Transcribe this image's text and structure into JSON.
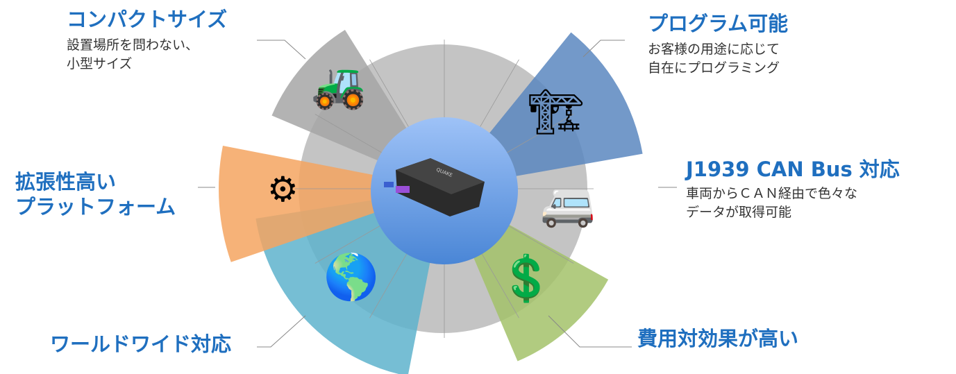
{
  "center": {
    "device_label": "QUAKE"
  },
  "features": [
    {
      "title": "コンパクトサイズ",
      "desc": [
        "設置場所を問わない、",
        "小型サイズ"
      ],
      "icon": "excavator-icon",
      "color": "#a6a6a6"
    },
    {
      "title": "プログラム可能",
      "desc": [
        "お客様の用途に応じて",
        "自在にプログラミング"
      ],
      "icon": "forklift-icon",
      "color": "#5b87c0"
    },
    {
      "title": "J1939 CAN Bus 対応",
      "desc": [
        "車両からＣＡＮ経由で色々な",
        "データが取得可能"
      ],
      "icon": "service-van-icon",
      "color": "#bfbfbf"
    },
    {
      "title": "費用対効果が高い",
      "desc": [],
      "icon": "money-hand-icon",
      "color": "#a3c26a"
    },
    {
      "title": "ワールドワイド対応",
      "desc": [],
      "icon": "globe-icon",
      "color": "#5eb3cc"
    },
    {
      "title": "拡張性高い",
      "title2": "プラットフォーム",
      "desc": [],
      "icon": "generator-icon",
      "color": "#f4a460"
    }
  ]
}
